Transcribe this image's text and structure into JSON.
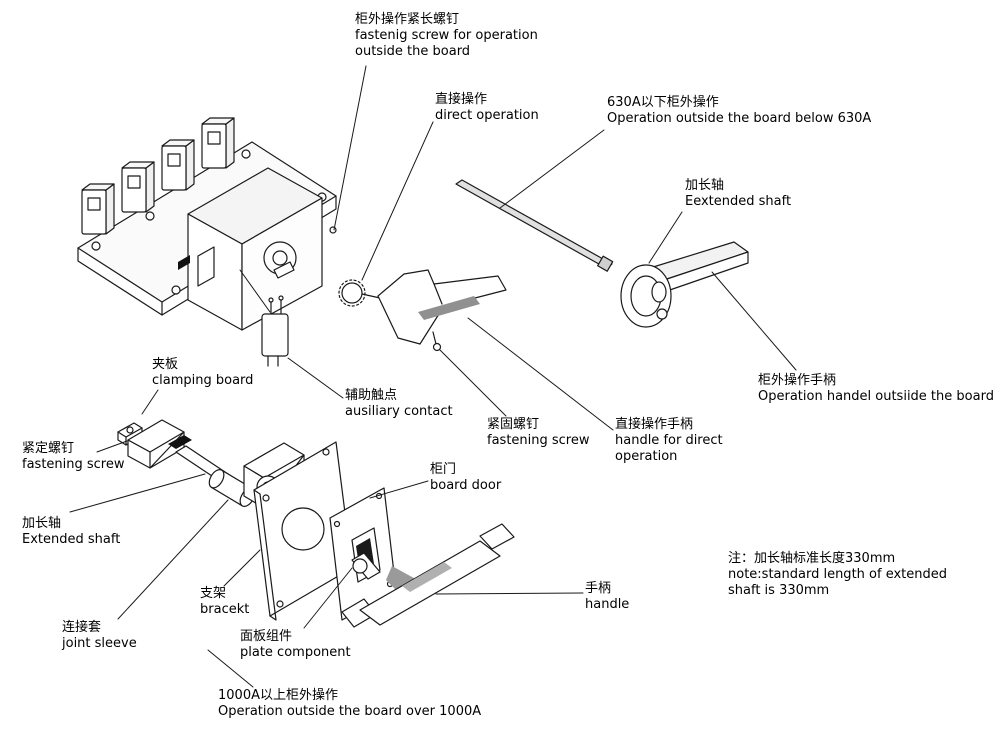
{
  "diagram": {
    "title": "Exploded view - switch external operation mechanism",
    "colors": {
      "line": "#1a1a1a",
      "background": "#ffffff",
      "grip_gray": "#909090",
      "shaft_gray": "#e0e0e0"
    },
    "labels": {
      "top_screw": {
        "lines": [
          "柜外操作紧长螺钉",
          "fastenig screw for operation",
          "outside the board"
        ]
      },
      "direct_operation": {
        "lines": [
          "直接操作",
          "direct operation"
        ]
      },
      "below_630a": {
        "lines": [
          "630A以下柜外操作",
          "Operation outside the board below 630A"
        ]
      },
      "extended_shaft_right": {
        "lines": [
          "加长轴",
          "Eextended shaft"
        ]
      },
      "clamping_board": {
        "lines": [
          "夹板",
          "clamping board"
        ]
      },
      "auxiliary_contact": {
        "lines": [
          "辅助触点",
          "ausiliary contact"
        ]
      },
      "fastening_screw_left": {
        "lines": [
          "紧定螺钉",
          "fastening screw"
        ]
      },
      "fastening_screw_mid": {
        "lines": [
          "紧固螺钉",
          "fastening screw"
        ]
      },
      "direct_handle": {
        "lines": [
          "直接操作手柄",
          "handle for direct",
          "operation"
        ]
      },
      "outside_handle": {
        "lines": [
          "柜外操作手柄",
          "Operation handel outsiide the board"
        ]
      },
      "extended_shaft_left": {
        "lines": [
          "加长轴",
          "Extended shaft"
        ]
      },
      "board_door": {
        "lines": [
          "柜门",
          "board door"
        ]
      },
      "bracket": {
        "lines": [
          "支架",
          "bracekt"
        ]
      },
      "joint_sleeve": {
        "lines": [
          "连接套",
          "joint sleeve"
        ]
      },
      "plate_component": {
        "lines": [
          "面板组件",
          "plate component"
        ]
      },
      "handle": {
        "lines": [
          "手柄",
          "handle"
        ]
      },
      "note": {
        "lines": [
          "注：加长轴标准长度330mm",
          "note:standard length of extended",
          "shaft is 330mm"
        ]
      },
      "over_1000a": {
        "lines": [
          "1000A以上柜外操作",
          "Operation outside the board over 1000A"
        ]
      }
    }
  }
}
